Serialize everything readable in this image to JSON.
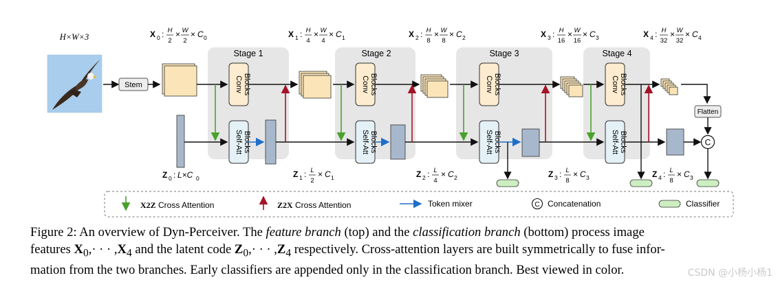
{
  "input_label": "H×W×3",
  "stem_label": "Stem",
  "flatten_label": "Flatten",
  "concat_symbol": "C",
  "stages": [
    "Stage 1",
    "Stage 2",
    "Stage 3",
    "Stage 4"
  ],
  "conv_block_label": [
    "Conv",
    "Blocks"
  ],
  "selfatt_block_label": [
    "Self-Att",
    "Blocks"
  ],
  "x_dims": [
    {
      "name": "X",
      "sub": "0",
      "num1": "H",
      "den1": "2",
      "num2": "W",
      "den2": "2",
      "ch": "C",
      "chsub": "0"
    },
    {
      "name": "X",
      "sub": "1",
      "num1": "H",
      "den1": "4",
      "num2": "W",
      "den2": "4",
      "ch": "C",
      "chsub": "1"
    },
    {
      "name": "X",
      "sub": "2",
      "num1": "H",
      "den1": "8",
      "num2": "W",
      "den2": "8",
      "ch": "C",
      "chsub": "2"
    },
    {
      "name": "X",
      "sub": "3",
      "num1": "H",
      "den1": "16",
      "num2": "W",
      "den2": "16",
      "ch": "C",
      "chsub": "3"
    },
    {
      "name": "X",
      "sub": "4",
      "num1": "H",
      "den1": "32",
      "num2": "W",
      "den2": "32",
      "ch": "C",
      "chsub": "4"
    }
  ],
  "z_dims": [
    {
      "name": "Z",
      "sub": "0",
      "expr": "L×C",
      "chsub": "0"
    },
    {
      "name": "Z",
      "sub": "1",
      "num": "L",
      "den": "2",
      "ch": "C",
      "chsub": "1"
    },
    {
      "name": "Z",
      "sub": "2",
      "num": "L",
      "den": "4",
      "ch": "C",
      "chsub": "2"
    },
    {
      "name": "Z",
      "sub": "3",
      "num": "L",
      "den": "8",
      "ch": "C",
      "chsub": "3"
    },
    {
      "name": "Z",
      "sub": "4",
      "num": "L",
      "den": "8",
      "ch": "C",
      "chsub": "3"
    }
  ],
  "legend": {
    "x2z_bold": "X2Z",
    "x2z_text": "Cross Attention",
    "z2x_bold": "Z2X",
    "z2x_text": "Cross Attention",
    "token_mixer": "Token mixer",
    "concat_symbol": "C",
    "concat_text": "Concatenation",
    "classifier_text": "Classifier"
  },
  "caption": {
    "l1_a": "Figure 2:  An overview of Dyn-Perceiver.  The ",
    "l1_b": "feature branch",
    "l1_c": " (top) and the ",
    "l1_d": "classification branch",
    "l1_e": " (bottom) process image",
    "l2_a": "features ",
    "l2_b": "X",
    "l2_c": "0",
    "l2_d": ",· · · ,",
    "l2_e": "X",
    "l2_f": "4",
    "l2_g": " and the latent code ",
    "l2_h": "Z",
    "l2_i": "0",
    "l2_j": ",· · · ,",
    "l2_k": "Z",
    "l2_l": "4",
    "l2_m": " respectively. Cross-attention layers are built symmetrically to fuse infor-",
    "l3": "mation from the two branches. Early classifiers are appended only in the classification branch. Best viewed in color."
  },
  "watermark": "CSDN @小杨小杨1",
  "colors": {
    "stage_bg": "#e6e6e6",
    "conv_fill": "#fdecd0",
    "selfatt_fill": "#e4f1f7",
    "feature_fill": "#fbe5b8",
    "latent_fill": "#a8b8cc",
    "classifier_fill": "#cdeec0",
    "green": "#48a12c",
    "red": "#a31428",
    "blue": "#1f6fc9"
  }
}
